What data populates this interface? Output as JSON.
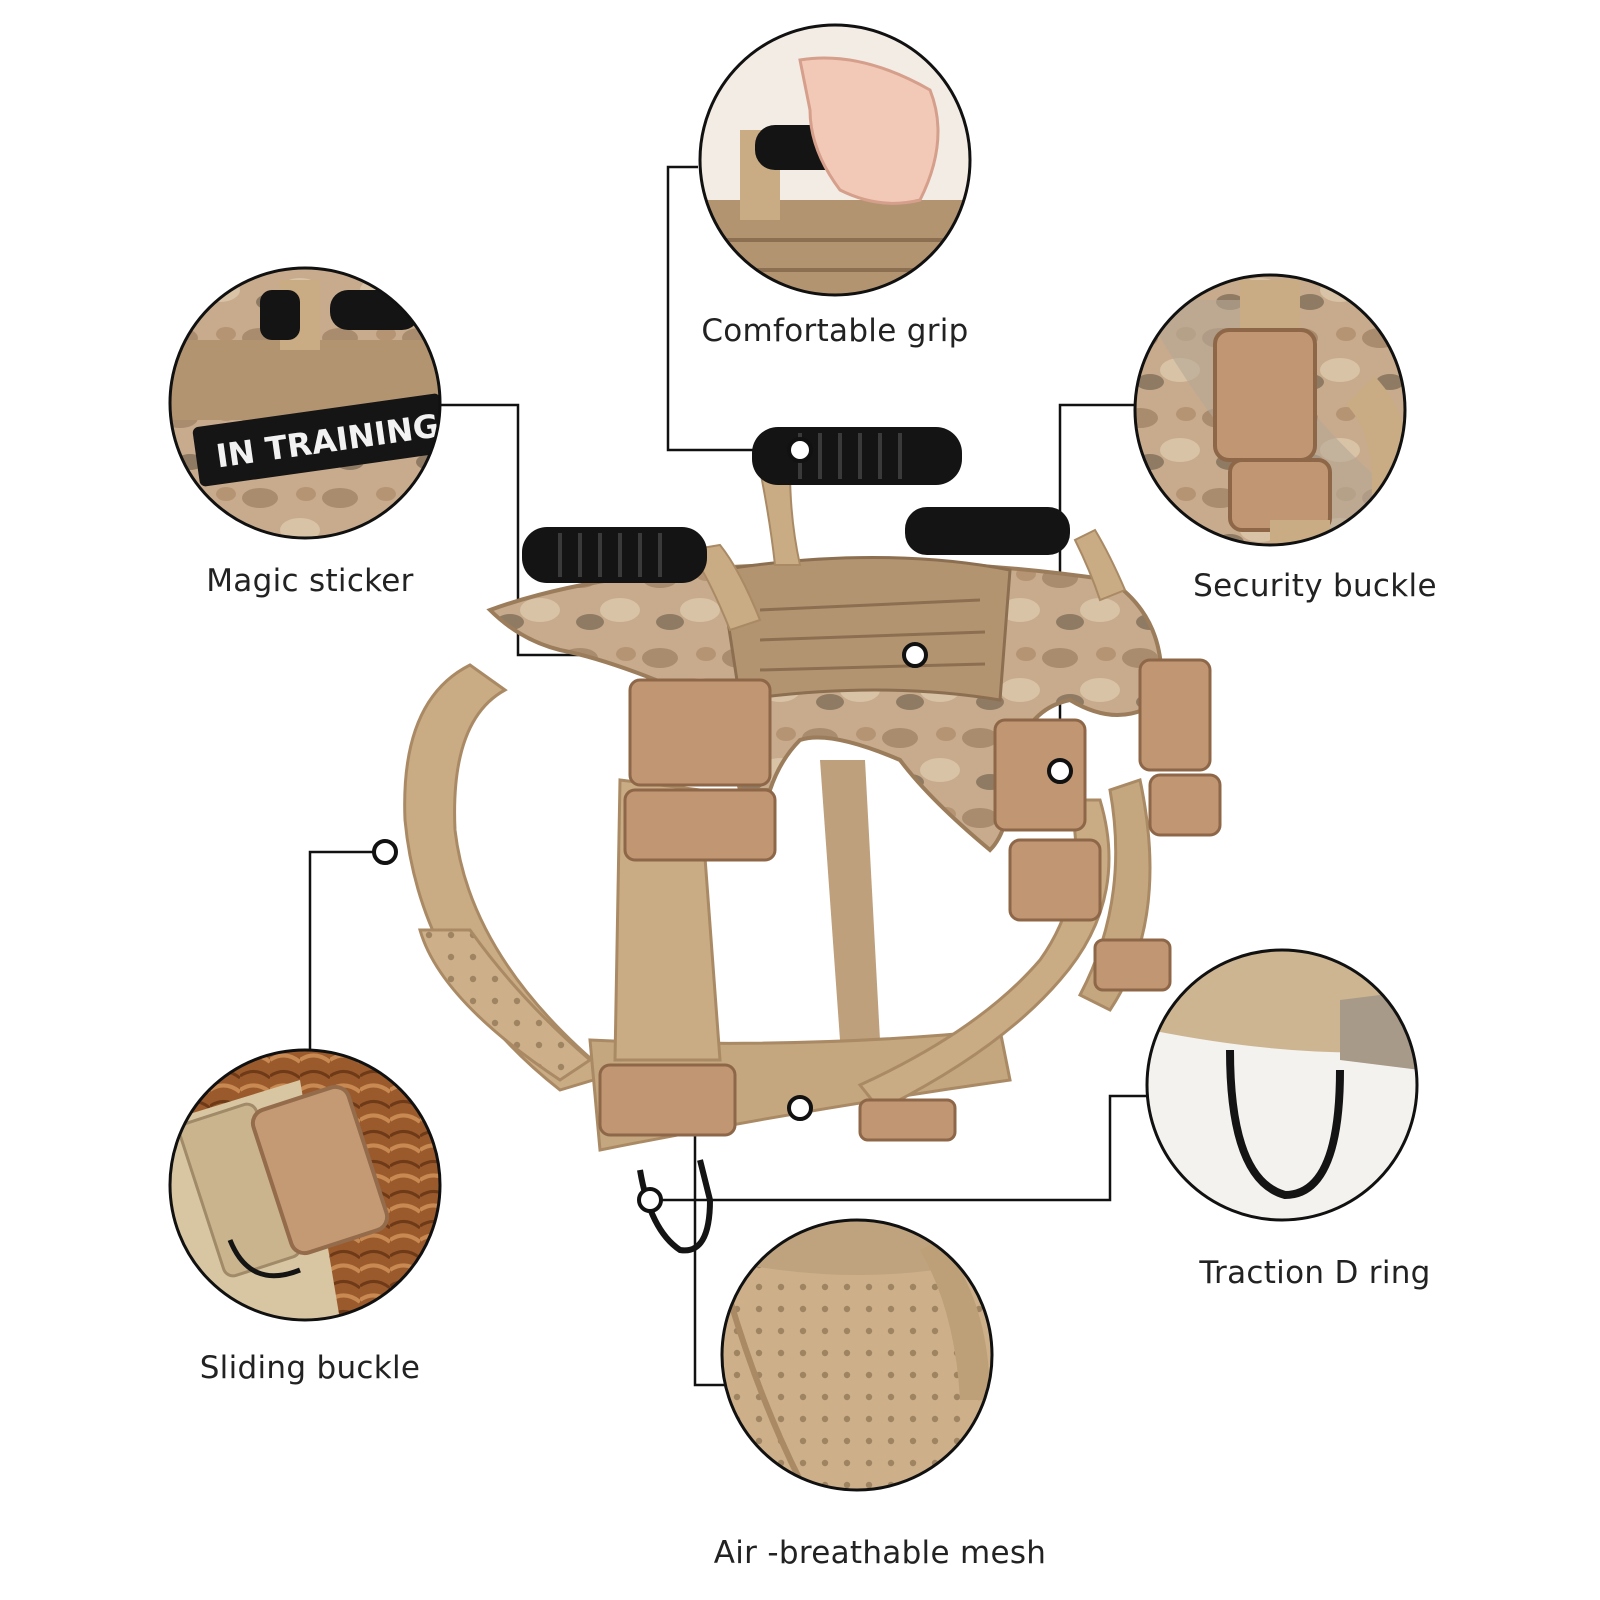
{
  "features": {
    "comfortable_grip": "Comfortable grip",
    "magic_sticker": "Magic sticker",
    "security_buckle": "Security buckle",
    "sliding_buckle": "Sliding buckle",
    "traction_d_ring": "Traction D ring",
    "air_breathable_mesh": "Air -breathable mesh"
  },
  "patch": {
    "text": "IN TRAINING"
  },
  "colors": {
    "strap": "#c9ab84",
    "strap_dark": "#a98a65",
    "buckle": "#c09673",
    "buckle_dark": "#9a7252",
    "handle": "#141414",
    "camo_a": "#b99a7c",
    "camo_b": "#d9c1a4",
    "camo_c": "#8e7a62",
    "line": "#111111"
  }
}
